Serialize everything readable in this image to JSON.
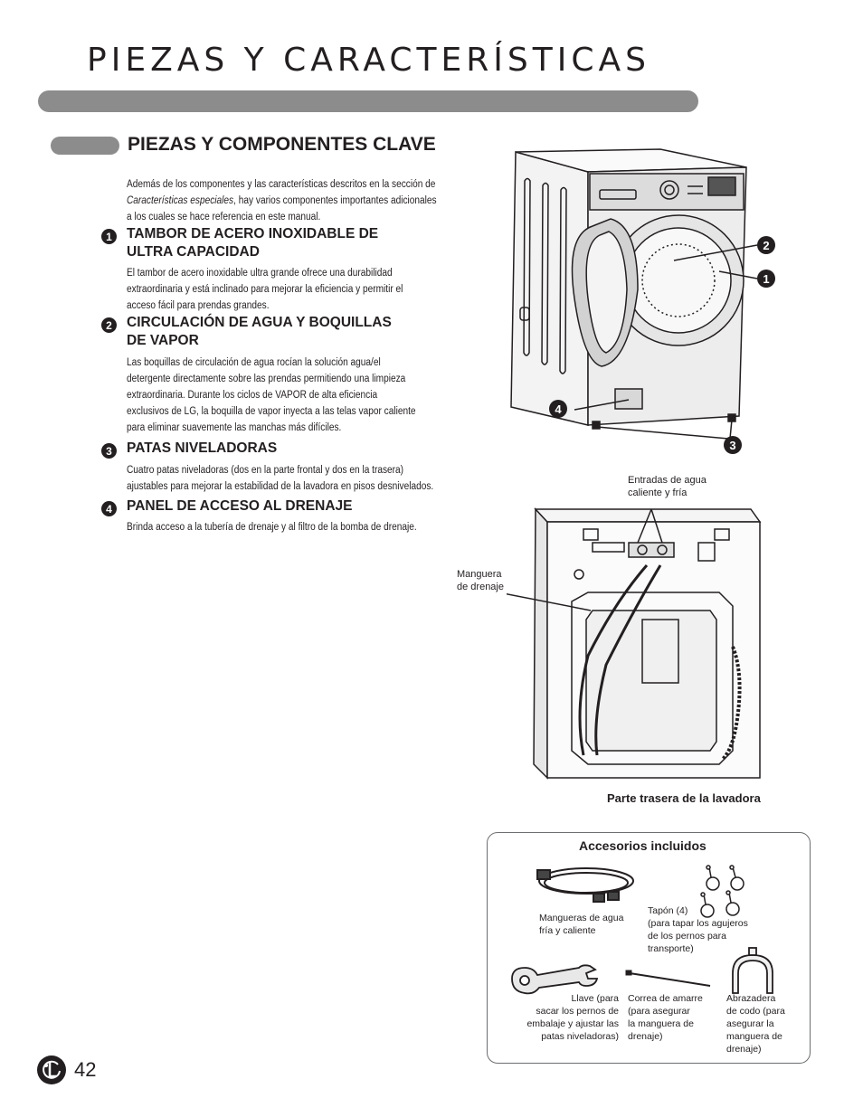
{
  "page": {
    "title": "PIEZAS Y CARACTERÍSTICAS",
    "page_number": "42"
  },
  "section": {
    "heading": "PIEZAS Y COMPONENTES CLAVE",
    "intro_1": "Además de los componentes y las características descritos en la sección de",
    "intro_2_em": "Características especiales",
    "intro_2_rest": ", hay varios componentes importantes adicionales",
    "intro_3": "a los cuales se hace referencia en este manual."
  },
  "items": [
    {
      "number": "1",
      "title_1": "TAMBOR DE ACERO INOXIDABLE DE",
      "title_2": "ULTRA CAPACIDAD",
      "lines": [
        "El tambor de acero inoxidable ultra grande ofrece una durabilidad",
        "extraordinaria y está inclinado para mejorar la eficiencia y permitir el",
        "acceso fácil para prendas grandes."
      ]
    },
    {
      "number": "2",
      "title_1": "CIRCULACIÓN DE AGUA Y BOQUILLAS",
      "title_2": "DE VAPOR",
      "lines": [
        "Las boquillas de circulación de agua rocían la solución agua/el",
        "detergente directamente sobre las prendas permitiendo una limpieza",
        "extraordinaria. Durante los ciclos de VAPOR de alta eficiencia",
        "exclusivos de LG, la boquilla de vapor inyecta a las telas vapor caliente",
        "para eliminar suavemente las manchas más difíciles."
      ]
    },
    {
      "number": "3",
      "title_1": "PATAS NIVELADORAS",
      "title_2": "",
      "lines": [
        "Cuatro patas niveladoras (dos en la parte frontal y dos en la trasera)",
        "ajustables para mejorar la estabilidad de la lavadora en pisos desnivelados."
      ]
    },
    {
      "number": "4",
      "title_1": "PANEL DE ACCESO AL DRENAJE",
      "title_2": "",
      "lines": [
        "Brinda acceso a la tubería de drenaje y al filtro de la bomba de drenaje."
      ]
    }
  ],
  "front_diagram": {
    "callouts": [
      "2",
      "1",
      "4",
      "3"
    ]
  },
  "rear_diagram": {
    "inlets_label_1": "Entradas de agua",
    "inlets_label_2": "caliente y fría",
    "hose_label_1": "Manguera",
    "hose_label_2": "de drenaje",
    "caption": "Parte trasera de la lavadora"
  },
  "accessories": {
    "title": "Accesorios incluidos",
    "hoses": [
      "Mangueras de agua",
      "fría y caliente"
    ],
    "caps": [
      "Tapón (4)",
      "(para tapar los agujeros",
      "de los pernos para",
      "transporte)"
    ],
    "wrench": [
      "Llave (para",
      "sacar los pernos de",
      "embalaje y ajustar las",
      "patas niveladoras)"
    ],
    "tie": [
      "Correa de amarre",
      "(para asegurar",
      "la manguera de",
      "drenaje)"
    ],
    "elbow": [
      "Abrazadera",
      "de codo (para",
      "asegurar la",
      "manguera de",
      "drenaje)"
    ]
  },
  "colors": {
    "bar_gray": "#8c8c8c",
    "text": "#231f20"
  },
  "icons": {
    "logo": "lg-logo"
  }
}
